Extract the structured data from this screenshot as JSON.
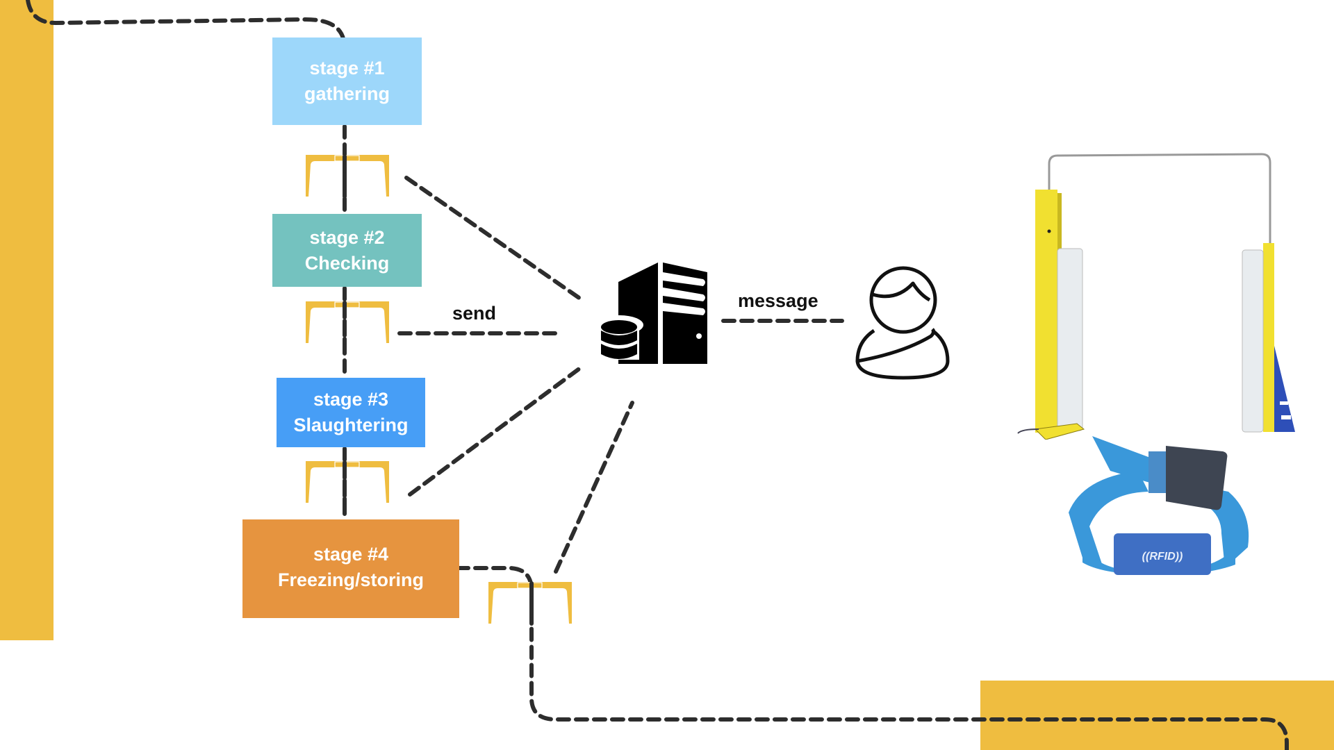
{
  "diagram": {
    "stages": [
      {
        "number": "stage #1",
        "name": "gathering",
        "color": "#9DD7FA"
      },
      {
        "number": "stage #2",
        "name": "Checking",
        "color": "#74C2BF"
      },
      {
        "number": "stage #3",
        "name": "Slaughtering",
        "color": "#479EF6"
      },
      {
        "number": "stage #4",
        "name": "Freezing/storing",
        "color": "#E6943F"
      }
    ],
    "edge_labels": {
      "send": "send",
      "message": "message"
    },
    "nodes": {
      "server": "server-database-icon",
      "user": "user-icon",
      "rfid_gate": "rfid-gate-reader-image",
      "rfid_wristband": "rfid-wristband-image"
    },
    "wristband_text": "((RFID))",
    "gate_reader_count": 4,
    "colors": {
      "accent_yellow": "#EFBD40",
      "connector": "#2D2D2D"
    }
  }
}
